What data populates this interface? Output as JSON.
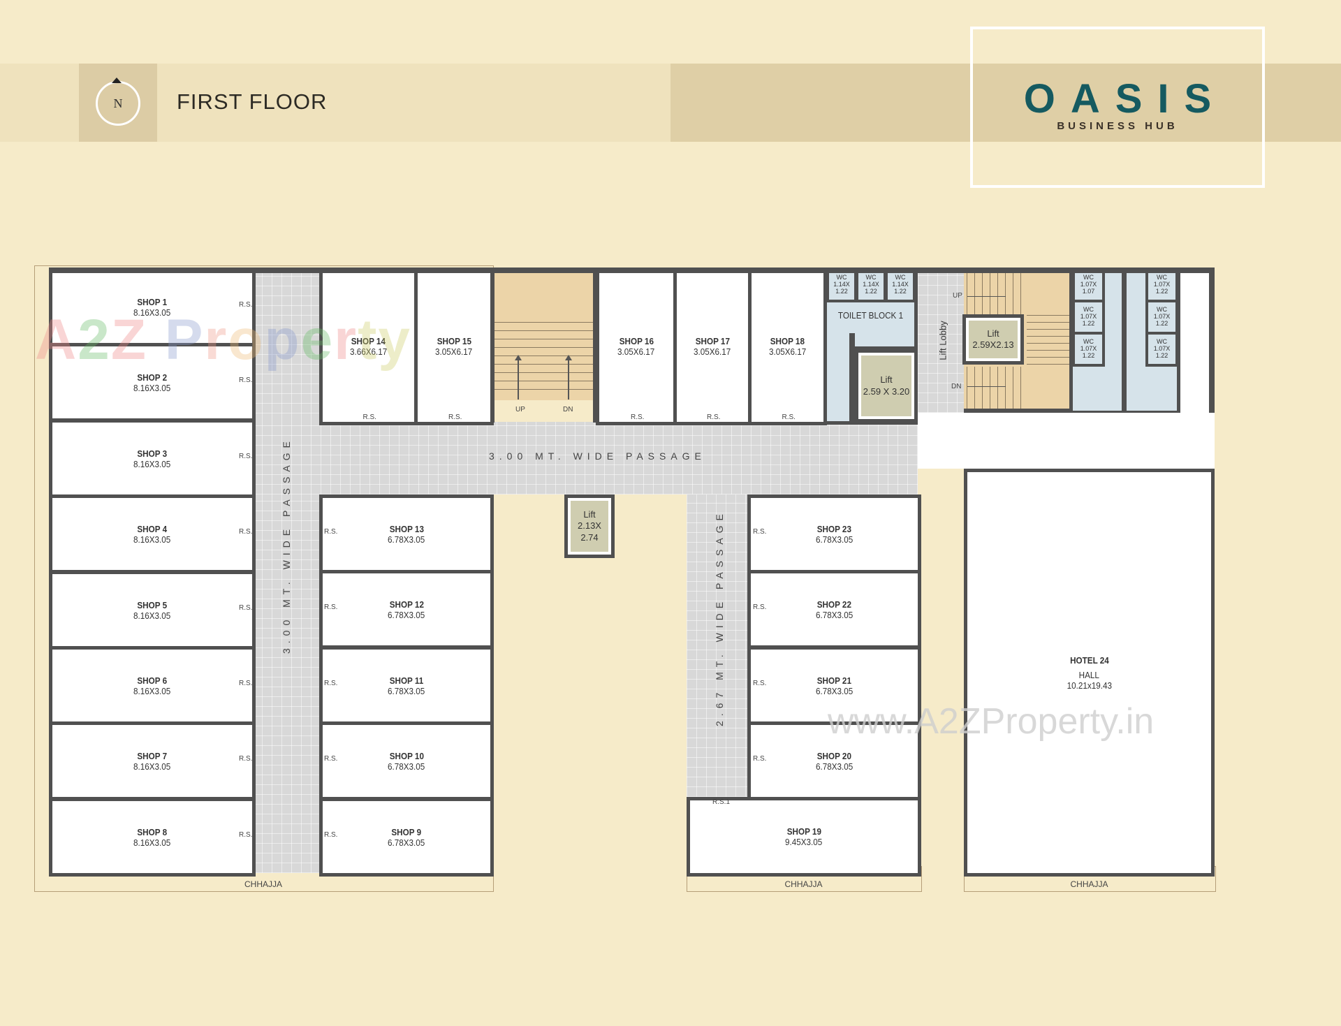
{
  "header": {
    "title": "FIRST FLOOR",
    "compass_letter": "N"
  },
  "logo": {
    "name": "OASIS",
    "tagline": "BUSINESS HUB",
    "color": "#155a60"
  },
  "watermarks": {
    "brand": "A2Z Property",
    "url": "www.A2ZProperty.in"
  },
  "shops_left": [
    {
      "name": "SHOP 1",
      "dim": "8.16X3.05",
      "rs": "R.S."
    },
    {
      "name": "SHOP 2",
      "dim": "8.16X3.05",
      "rs": "R.S."
    },
    {
      "name": "SHOP 3",
      "dim": "8.16X3.05",
      "rs": "R.S."
    },
    {
      "name": "SHOP 4",
      "dim": "8.16X3.05",
      "rs": "R.S."
    },
    {
      "name": "SHOP 5",
      "dim": "8.16X3.05",
      "rs": "R.S."
    },
    {
      "name": "SHOP 6",
      "dim": "8.16X3.05",
      "rs": "R.S."
    },
    {
      "name": "SHOP 7",
      "dim": "8.16X3.05",
      "rs": "R.S."
    },
    {
      "name": "SHOP 8",
      "dim": "8.16X3.05",
      "rs": "R.S."
    }
  ],
  "shops_mid": [
    {
      "name": "SHOP 13",
      "dim": "6.78X3.05",
      "rs": "R.S."
    },
    {
      "name": "SHOP 12",
      "dim": "6.78X3.05",
      "rs": "R.S."
    },
    {
      "name": "SHOP 11",
      "dim": "6.78X3.05",
      "rs": "R.S."
    },
    {
      "name": "SHOP 10",
      "dim": "6.78X3.05",
      "rs": "R.S."
    },
    {
      "name": "SHOP 9",
      "dim": "6.78X3.05",
      "rs": "R.S."
    }
  ],
  "shops_top": [
    {
      "name": "SHOP 14",
      "dim": "3.66X6.17",
      "rs": "R.S."
    },
    {
      "name": "SHOP 15",
      "dim": "3.05X6.17",
      "rs": "R.S."
    },
    {
      "name": "SHOP 16",
      "dim": "3.05X6.17",
      "rs": "R.S."
    },
    {
      "name": "SHOP 17",
      "dim": "3.05X6.17",
      "rs": "R.S."
    },
    {
      "name": "SHOP 18",
      "dim": "3.05X6.17",
      "rs": "R.S."
    }
  ],
  "shops_right": [
    {
      "name": "SHOP 23",
      "dim": "6.78X3.05",
      "rs": "R.S."
    },
    {
      "name": "SHOP 22",
      "dim": "6.78X3.05",
      "rs": "R.S."
    },
    {
      "name": "SHOP 21",
      "dim": "6.78X3.05",
      "rs": "R.S."
    },
    {
      "name": "SHOP 20",
      "dim": "6.78X3.05",
      "rs": "R.S."
    }
  ],
  "shop19": {
    "name": "SHOP 19",
    "dim": "9.45X3.05",
    "rs": "R.S.1"
  },
  "hotel": {
    "name": "HOTEL 24",
    "type": "HALL",
    "dim": "10.21x19.43"
  },
  "passages": {
    "horizontal": "3.00 MT.  WIDE  PASSAGE",
    "left_vertical": "3.00 MT.  WIDE  PASSAGE",
    "right_vertical": "2.67 MT.  WIDE  PASSAGE"
  },
  "stairs": {
    "up": "UP",
    "dn": "DN"
  },
  "lifts": {
    "center": [
      "Lift",
      "2.13X",
      "2.74"
    ],
    "toilet": [
      "Lift",
      "2.59 X 3.20"
    ],
    "lobby": [
      "Lift",
      "2.59X2.13"
    ]
  },
  "toilet_block": {
    "label": "TOILET BLOCK 1",
    "wcs": [
      [
        "WC",
        "1.14X",
        "1.22"
      ],
      [
        "WC",
        "1.14X",
        "1.22"
      ],
      [
        "WC",
        "1.14X",
        "1.22"
      ]
    ]
  },
  "lift_lobby": "Lift Lobby",
  "wc_right_a": [
    [
      "WC",
      "1.07X",
      "1.07"
    ],
    [
      "WC",
      "1.07X",
      "1.22"
    ],
    [
      "WC",
      "1.07X",
      "1.22"
    ]
  ],
  "wc_right_b": [
    [
      "WC",
      "1.07X",
      "1.22"
    ],
    [
      "WC",
      "1.07X",
      "1.22"
    ],
    [
      "WC",
      "1.07X",
      "1.22"
    ]
  ],
  "chhajja": [
    "CHHAJJA",
    "CHHAJJA",
    "CHHAJJA"
  ],
  "colors": {
    "wall": "#505050",
    "passage": "#d8d8d8",
    "stair": "#ecd4a8",
    "toilet": "#d6e3ea",
    "lift": "#cfcdb0",
    "background": "#f6ebc9"
  }
}
